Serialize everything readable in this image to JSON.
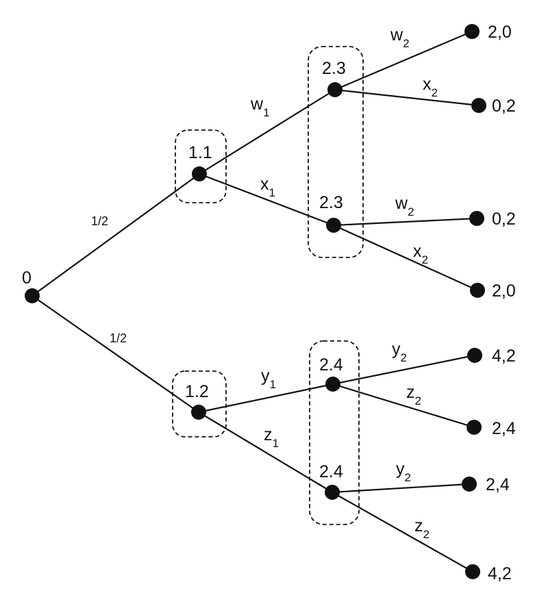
{
  "tree": {
    "root": {
      "label": "0"
    },
    "chance_probabilities": [
      "1/2",
      "1/2"
    ],
    "decision_nodes": {
      "n11": "1.1",
      "n12": "1.2",
      "n23a": "2.3",
      "n23b": "2.3",
      "n24a": "2.4",
      "n24b": "2.4"
    },
    "moves": {
      "w1": {
        "base": "w",
        "sub": "1"
      },
      "x1": {
        "base": "x",
        "sub": "1"
      },
      "y1": {
        "base": "y",
        "sub": "1"
      },
      "z1": {
        "base": "z",
        "sub": "1"
      },
      "w2a": {
        "base": "w",
        "sub": "2"
      },
      "x2a": {
        "base": "x",
        "sub": "2"
      },
      "w2b": {
        "base": "w",
        "sub": "2"
      },
      "x2b": {
        "base": "x",
        "sub": "2"
      },
      "y2a": {
        "base": "y",
        "sub": "2"
      },
      "z2a": {
        "base": "z",
        "sub": "2"
      },
      "y2b": {
        "base": "y",
        "sub": "2"
      },
      "z2b": {
        "base": "z",
        "sub": "2"
      }
    },
    "payoffs": {
      "t1": "2,0",
      "t2": "0,2",
      "t3": "0,2",
      "t4": "2,0",
      "t5": "4,2",
      "t6": "2,4",
      "t7": "2,4",
      "t8": "4,2"
    }
  }
}
